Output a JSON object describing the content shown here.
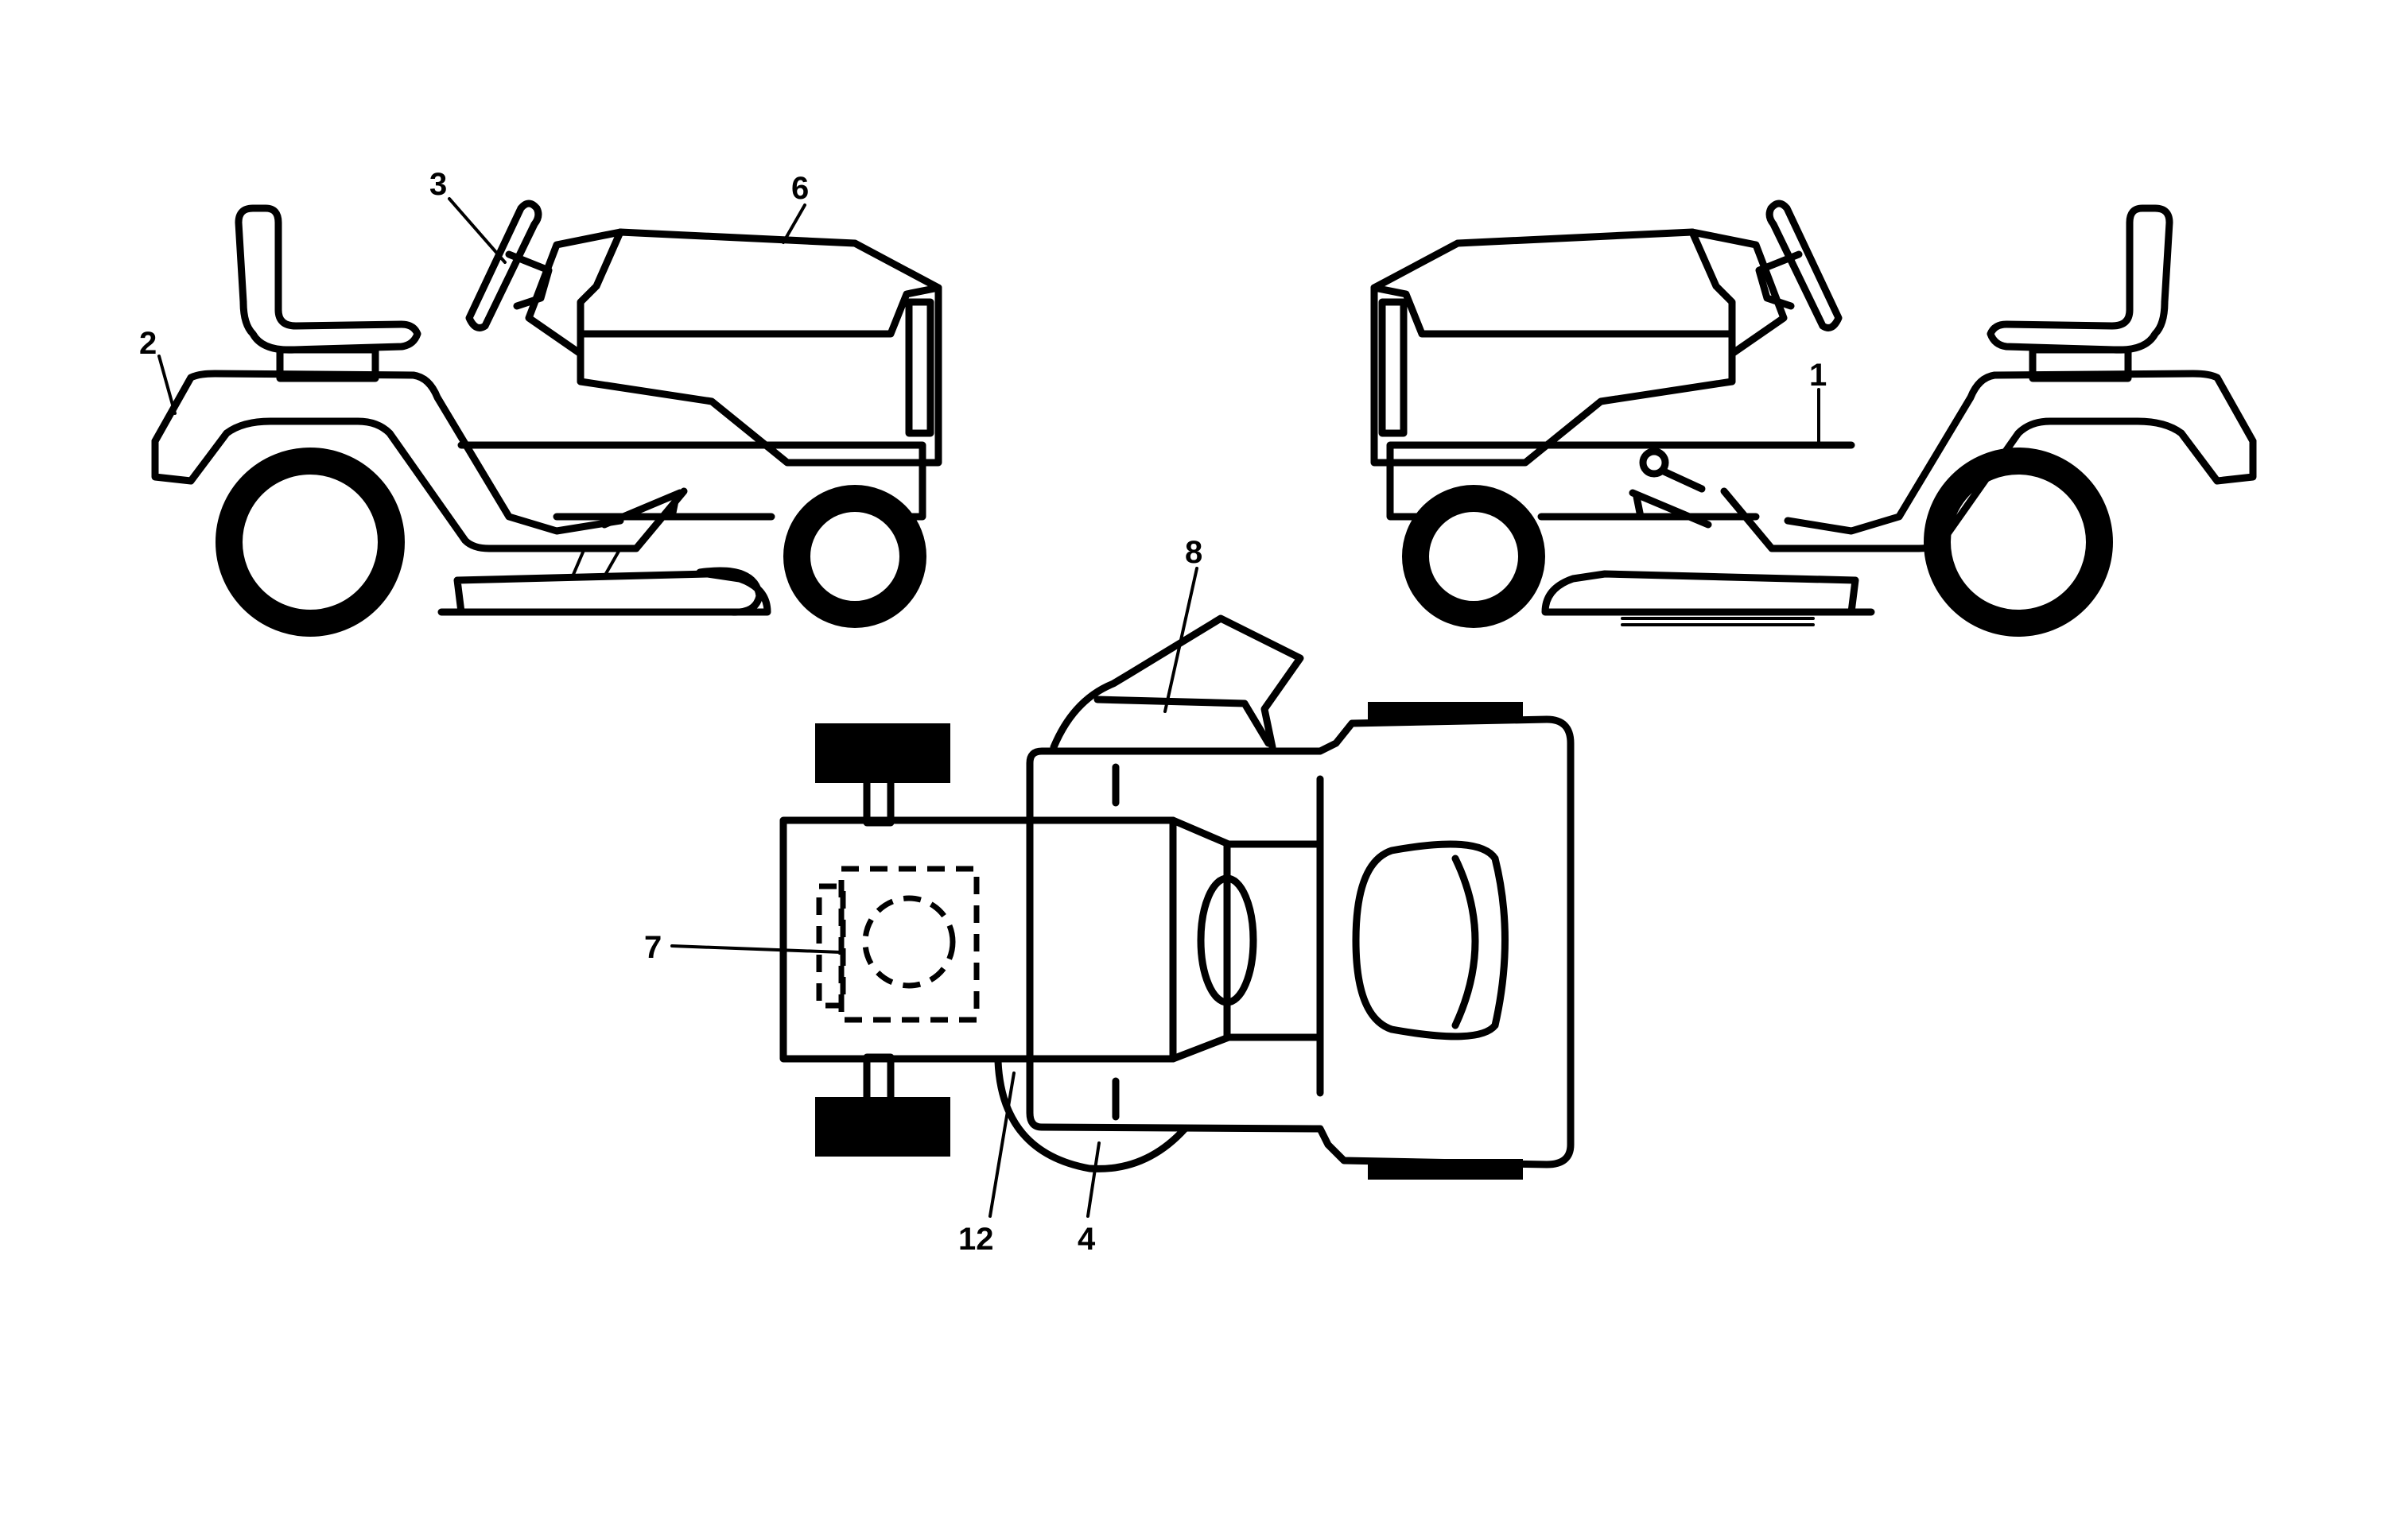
{
  "callouts": {
    "c1": "1",
    "c2": "2",
    "c3": "3",
    "c4": "4",
    "c6": "6",
    "c7": "7",
    "c8": "8",
    "c12": "12"
  },
  "views": [
    "left-side-view",
    "right-side-view",
    "top-view"
  ]
}
